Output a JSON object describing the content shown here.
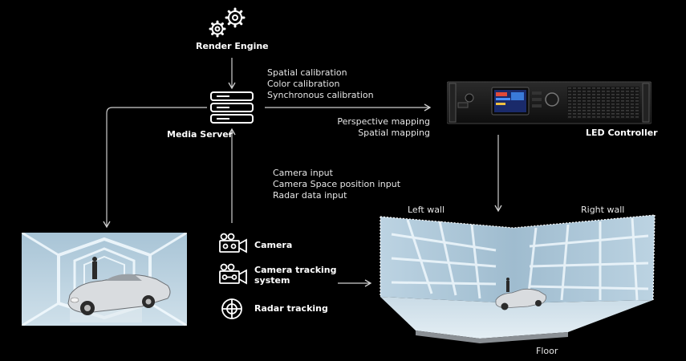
{
  "render_engine": {
    "label": "Render Engine"
  },
  "media_server": {
    "label": "Media Server"
  },
  "led_controller": {
    "label": "LED Controller"
  },
  "calibration": [
    "Spatial calibration",
    "Color calibration",
    "Synchronous calibration"
  ],
  "mapping": [
    "Perspective mapping",
    "Spatial mapping"
  ],
  "inputs": [
    "Camera input",
    "Camera Space position input",
    "Radar data input"
  ],
  "sources": {
    "camera": "Camera",
    "camera_tracking_line1": "Camera tracking",
    "camera_tracking_line2": "system",
    "radar": "Radar tracking"
  },
  "stage": {
    "left_wall": "Left wall",
    "right_wall": "Right wall",
    "floor": "Floor"
  },
  "colors": {
    "background": "#000000",
    "line": "#cfcfcf",
    "stage": "#bcd3e2"
  },
  "icons": [
    "gears-icon",
    "server-icon",
    "led-controller-device",
    "camera-icon",
    "camera-tracking-icon",
    "radar-icon"
  ]
}
